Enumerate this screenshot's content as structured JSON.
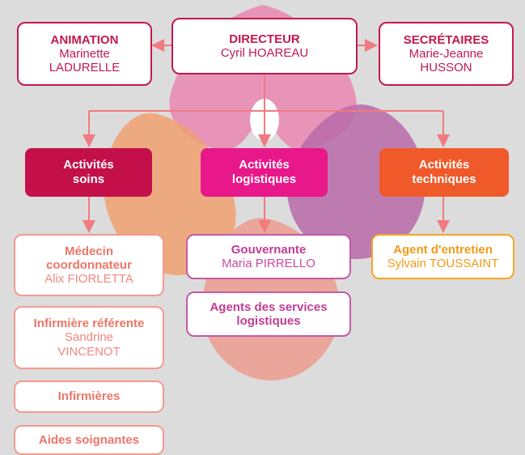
{
  "colors": {
    "head": "#c21a4e",
    "soins": "#c4104a",
    "logistiques": "#e8188a",
    "techniques": "#f05a2a",
    "connector": "#f07b80",
    "pink_box": "#f39a8f",
    "purple_box": "#c45aa8",
    "orange_box": "#f5a623"
  },
  "top": {
    "animation": {
      "title": "ANIMATION",
      "name1": "Marinette",
      "name2": "LADURELLE"
    },
    "directeur": {
      "title": "DIRECTEUR",
      "name": "Cyril HOAREAU"
    },
    "secretaires": {
      "title": "SECRÉTAIRES",
      "name1": "Marie-Jeanne",
      "name2": "HUSSON"
    }
  },
  "categories": {
    "soins": {
      "line1": "Activités",
      "line2": "soins"
    },
    "logistiques": {
      "line1": "Activités",
      "line2": "logistiques"
    },
    "techniques": {
      "line1": "Activités",
      "line2": "techniques"
    }
  },
  "soins_staff": [
    {
      "title1": "Médecin",
      "title2": "coordonnateur",
      "name": "Alix FIORLETTA"
    },
    {
      "title": "Infirmière référente",
      "name1": "Sandrine",
      "name2": "VINCENOT"
    },
    {
      "title": "Infirmières"
    },
    {
      "title": "Aides soignantes"
    }
  ],
  "logistiques_staff": [
    {
      "title": "Gouvernante",
      "name": "Maria PIRRELLO"
    },
    {
      "title1": "Agents des services",
      "title2": "logistiques"
    }
  ],
  "techniques_staff": [
    {
      "title": "Agent d'entretien",
      "name": "Sylvain TOUSSAINT"
    }
  ]
}
